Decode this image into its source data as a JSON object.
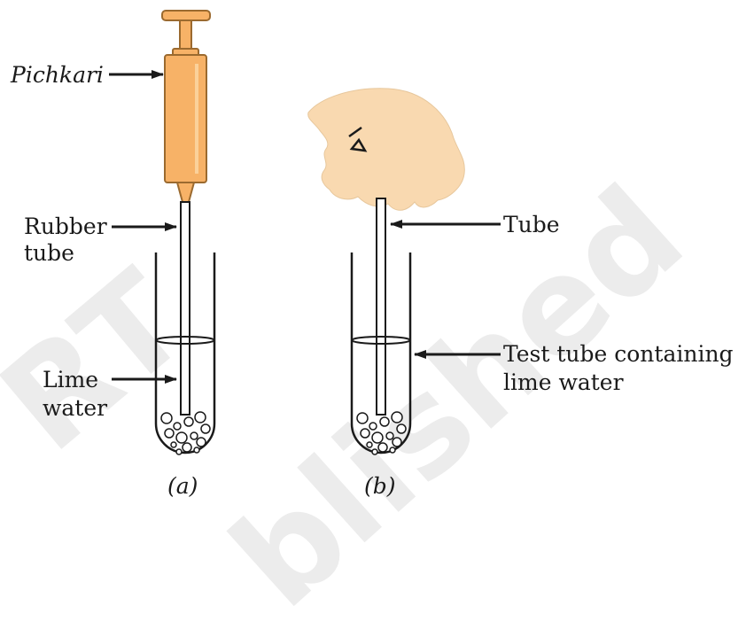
{
  "watermark": [
    "RT",
    "blished"
  ],
  "labels": {
    "pichkari": "Pichkari",
    "rubber_tube_1": "Rubber",
    "rubber_tube_2": "tube",
    "lime_water_1": "Lime",
    "lime_water_2": "water",
    "tube": "Tube",
    "test_tube_1": "Test tube containing",
    "test_tube_2": "lime water",
    "caption_a": "(a)",
    "caption_b": "(b)"
  },
  "colors": {
    "syringe_fill": "#f7b267",
    "syringe_stroke": "#9b6a2f",
    "head_fill": "#f9d9b0",
    "line": "#1a1a1a",
    "watermark": "#ececec"
  }
}
